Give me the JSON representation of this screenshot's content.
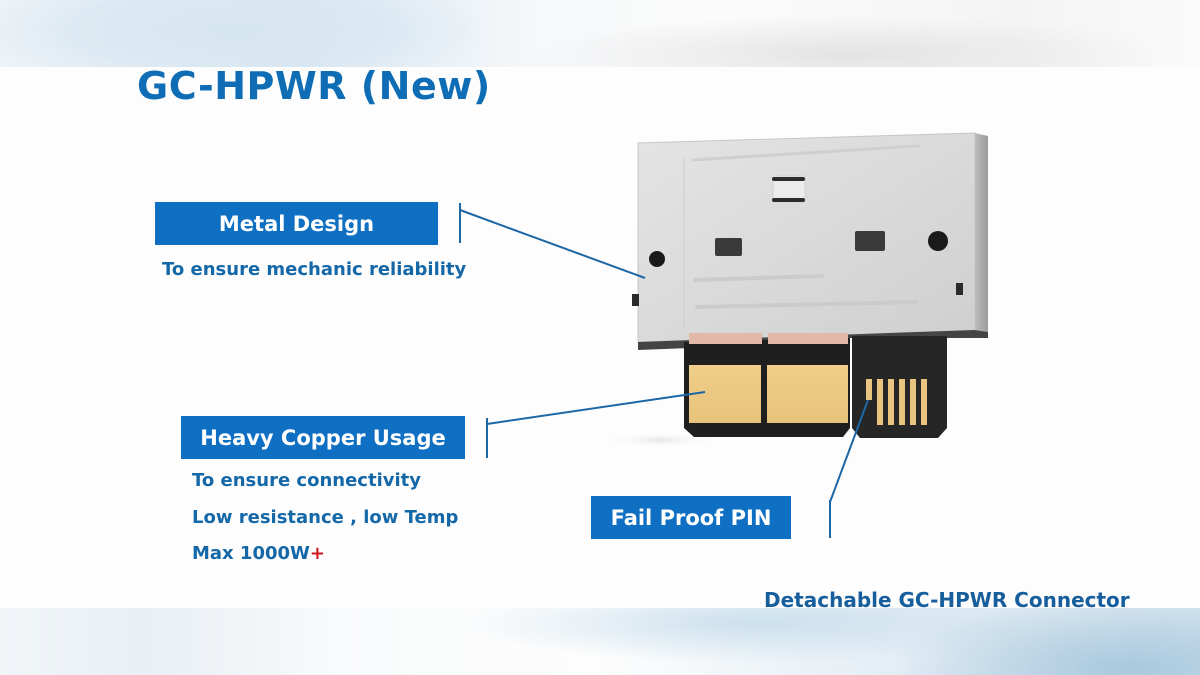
{
  "slide": {
    "title": "GC-HPWR (New)",
    "caption": "Detachable GC-HPWR Connector",
    "colors": {
      "title": "#0f6db5",
      "label_bg": "#0f6fc2",
      "label_text": "#ffffff",
      "desc_text": "#1568a8",
      "accent_plus": "#d0181f",
      "leader_line": "#1d67a6"
    }
  },
  "callouts": {
    "metal": {
      "label": "Metal Design",
      "lines": [
        "To ensure mechanic reliability"
      ]
    },
    "copper": {
      "label": "Heavy Copper Usage",
      "lines": [
        "To ensure connectivity",
        "Low resistance , low Temp",
        "Max 1000W"
      ],
      "suffix": "+"
    },
    "pin": {
      "label": "Fail Proof PIN",
      "lines": []
    }
  },
  "illustration": {
    "subject": "connector-render",
    "power_pads": 2,
    "signal_pins": 6
  }
}
